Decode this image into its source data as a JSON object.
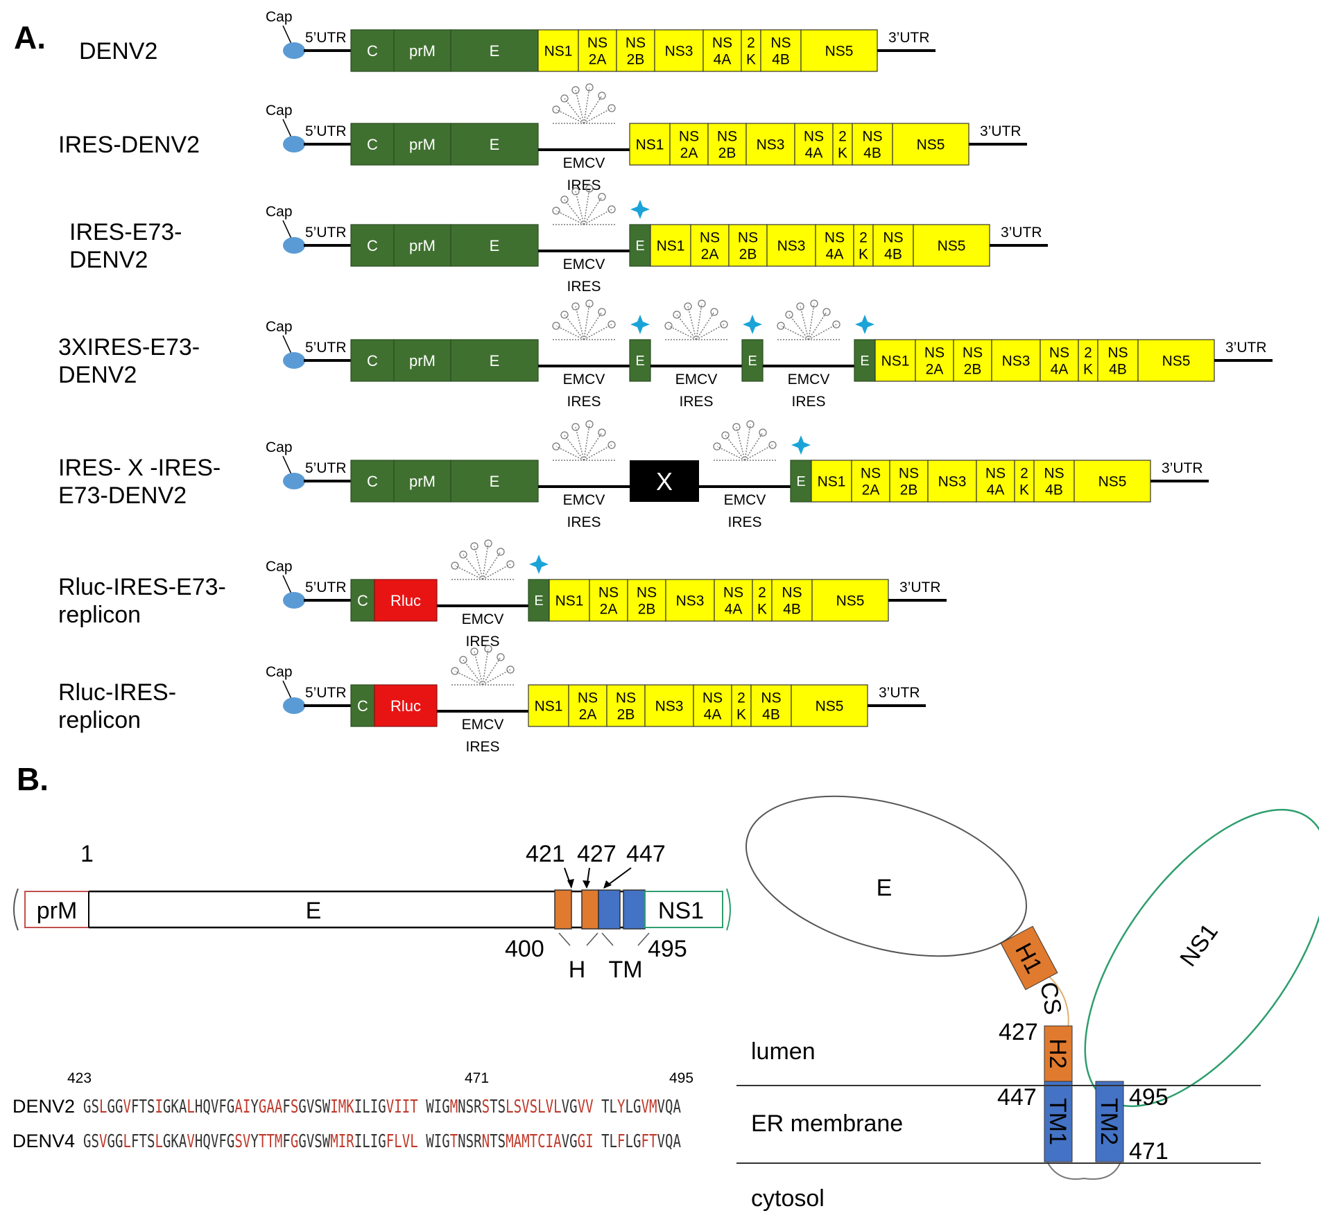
{
  "panel_a": {
    "label": "A.",
    "cap_label": "Cap",
    "utr5_label": "5’UTR",
    "utr3_label": "3’UTR",
    "ires_label_1": "EMCV",
    "ires_label_2": "IRES",
    "colors": {
      "structural": "#3f7030",
      "nonstructural": "#ffff00",
      "rluc": "#e81414",
      "spacer": "#000000",
      "cap": "#5b9bd5",
      "cross": "#1ba3d8",
      "ires_glyph": "#777777"
    },
    "constructs": [
      {
        "name_lines": [
          "DENV2"
        ],
        "segments": [
          {
            "label": "C",
            "type": "s"
          },
          {
            "label": "prM",
            "type": "s"
          },
          {
            "label": "E",
            "type": "s"
          },
          {
            "label": "NS1",
            "type": "n"
          },
          {
            "label": "NS\n2A",
            "type": "n"
          },
          {
            "label": "NS\n2B",
            "type": "n"
          },
          {
            "label": "NS3",
            "type": "n"
          },
          {
            "label": "NS\n4A",
            "type": "n"
          },
          {
            "label": "2\nK",
            "type": "n"
          },
          {
            "label": "NS\n4B",
            "type": "n"
          },
          {
            "label": "NS5",
            "type": "n"
          }
        ]
      },
      {
        "name_lines": [
          "IRES-DENV2"
        ],
        "segments": [
          {
            "label": "C",
            "type": "s"
          },
          {
            "label": "prM",
            "type": "s"
          },
          {
            "label": "E",
            "type": "s"
          },
          {
            "label": "",
            "type": "ires"
          },
          {
            "label": "NS1",
            "type": "n"
          },
          {
            "label": "NS\n2A",
            "type": "n"
          },
          {
            "label": "NS\n2B",
            "type": "n"
          },
          {
            "label": "NS3",
            "type": "n"
          },
          {
            "label": "NS\n4A",
            "type": "n"
          },
          {
            "label": "2\nK",
            "type": "n"
          },
          {
            "label": "NS\n4B",
            "type": "n"
          },
          {
            "label": "NS5",
            "type": "n"
          }
        ]
      },
      {
        "name_lines": [
          "IRES-E73-",
          "DENV2"
        ],
        "segments": [
          {
            "label": "C",
            "type": "s"
          },
          {
            "label": "prM",
            "type": "s"
          },
          {
            "label": "E",
            "type": "s"
          },
          {
            "label": "",
            "type": "ires"
          },
          {
            "label": "E",
            "type": "e73"
          },
          {
            "label": "NS1",
            "type": "n"
          },
          {
            "label": "NS\n2A",
            "type": "n"
          },
          {
            "label": "NS\n2B",
            "type": "n"
          },
          {
            "label": "NS3",
            "type": "n"
          },
          {
            "label": "NS\n4A",
            "type": "n"
          },
          {
            "label": "2\nK",
            "type": "n"
          },
          {
            "label": "NS\n4B",
            "type": "n"
          },
          {
            "label": "NS5",
            "type": "n"
          }
        ]
      },
      {
        "name_lines": [
          "3XIRES-E73-",
          "DENV2"
        ],
        "segments": [
          {
            "label": "C",
            "type": "s"
          },
          {
            "label": "prM",
            "type": "s"
          },
          {
            "label": "E",
            "type": "s"
          },
          {
            "label": "",
            "type": "ires"
          },
          {
            "label": "E",
            "type": "e73"
          },
          {
            "label": "",
            "type": "ires"
          },
          {
            "label": "E",
            "type": "e73"
          },
          {
            "label": "",
            "type": "ires"
          },
          {
            "label": "E",
            "type": "e73"
          },
          {
            "label": "NS1",
            "type": "n"
          },
          {
            "label": "NS\n2A",
            "type": "n"
          },
          {
            "label": "NS\n2B",
            "type": "n"
          },
          {
            "label": "NS3",
            "type": "n"
          },
          {
            "label": "NS\n4A",
            "type": "n"
          },
          {
            "label": "2\nK",
            "type": "n"
          },
          {
            "label": "NS\n4B",
            "type": "n"
          },
          {
            "label": "NS5",
            "type": "n"
          }
        ]
      },
      {
        "name_lines": [
          "IRES- X -IRES-",
          "E73-DENV2"
        ],
        "segments": [
          {
            "label": "C",
            "type": "s"
          },
          {
            "label": "prM",
            "type": "s"
          },
          {
            "label": "E",
            "type": "s"
          },
          {
            "label": "",
            "type": "ires"
          },
          {
            "label": "X",
            "type": "x"
          },
          {
            "label": "",
            "type": "ires"
          },
          {
            "label": "E",
            "type": "e73"
          },
          {
            "label": "NS1",
            "type": "n"
          },
          {
            "label": "NS\n2A",
            "type": "n"
          },
          {
            "label": "NS\n2B",
            "type": "n"
          },
          {
            "label": "NS3",
            "type": "n"
          },
          {
            "label": "NS\n4A",
            "type": "n"
          },
          {
            "label": "2\nK",
            "type": "n"
          },
          {
            "label": "NS\n4B",
            "type": "n"
          },
          {
            "label": "NS5",
            "type": "n"
          }
        ]
      },
      {
        "name_lines": [
          "Rluc-IRES-E73-",
          "replicon"
        ],
        "segments": [
          {
            "label": "C",
            "type": "s"
          },
          {
            "label": "Rluc",
            "type": "r"
          },
          {
            "label": "",
            "type": "ires"
          },
          {
            "label": "E",
            "type": "e73"
          },
          {
            "label": "NS1",
            "type": "n"
          },
          {
            "label": "NS\n2A",
            "type": "n"
          },
          {
            "label": "NS\n2B",
            "type": "n"
          },
          {
            "label": "NS3",
            "type": "n"
          },
          {
            "label": "NS\n4A",
            "type": "n"
          },
          {
            "label": "2\nK",
            "type": "n"
          },
          {
            "label": "NS\n4B",
            "type": "n"
          },
          {
            "label": "NS5",
            "type": "n"
          }
        ]
      },
      {
        "name_lines": [
          "Rluc-IRES-",
          "replicon"
        ],
        "segments": [
          {
            "label": "C",
            "type": "s"
          },
          {
            "label": "Rluc",
            "type": "r"
          },
          {
            "label": "",
            "type": "ires"
          },
          {
            "label": "NS1",
            "type": "n"
          },
          {
            "label": "NS\n2A",
            "type": "n"
          },
          {
            "label": "NS\n2B",
            "type": "n"
          },
          {
            "label": "NS3",
            "type": "n"
          },
          {
            "label": "NS\n4A",
            "type": "n"
          },
          {
            "label": "2\nK",
            "type": "n"
          },
          {
            "label": "NS\n4B",
            "type": "n"
          },
          {
            "label": "NS5",
            "type": "n"
          }
        ]
      }
    ]
  },
  "panel_b": {
    "label": "B.",
    "linear_map": {
      "pos_1": "1",
      "pos_421": "421",
      "pos_427": "427",
      "pos_447": "447",
      "pos_400": "400",
      "pos_495": "495",
      "prm_label": "prM",
      "e_label": "E",
      "ns1_label": "NS1",
      "h_label": "H",
      "tm_label": "TM",
      "colors": {
        "helix": "#e07a2e",
        "tm": "#4472c4",
        "prm_border": "#c0504d",
        "ns1_border": "#2e9e6e"
      }
    },
    "alignment": {
      "ruler": [
        "423",
        "471",
        "495"
      ],
      "rows": [
        {
          "name": "DENV2",
          "sequence": "GSLGGVFTSIGKALHQVFGAIYGAAFSGVSWIMKILIGVIIT WIGMNSRSTSLSVSLVLVGVV TLYLGVMVQA"
        },
        {
          "name": "DENV4",
          "sequence": "GSVGGLFTSLGKAVHQVFGSVYTTMFGGVSWMIRILIGFLVL WIGTNSRNTSMAMTCIAVGGI TLFLGFTVQA"
        }
      ],
      "colors": {
        "conserved": "#333333",
        "variable": "#c0392b"
      }
    },
    "topology": {
      "e_label": "E",
      "ns1_label": "NS1",
      "h1_label": "H1",
      "cs_label": "CS",
      "h2_label": "H2",
      "tm1_label": "TM1",
      "tm2_label": "TM2",
      "num_427": "427",
      "num_447": "447",
      "num_495": "495",
      "num_471": "471",
      "lumen_label": "lumen",
      "membrane_label": "ER membrane",
      "cytosol_label": "cytosol"
    }
  }
}
